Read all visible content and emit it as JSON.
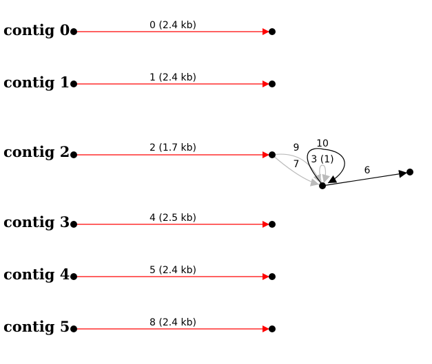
{
  "colors": {
    "contig_edge": "#ff0000",
    "gray_edge": "#bbbbbb",
    "black_edge": "#000000",
    "node": "#000000",
    "background": "#ffffff"
  },
  "contigs": [
    {
      "name": "contig 0",
      "edge_label": "0 (2.4 kb)"
    },
    {
      "name": "contig 1",
      "edge_label": "1 (2.4 kb)"
    },
    {
      "name": "contig 2",
      "edge_label": "2 (1.7 kb)"
    },
    {
      "name": "contig 3",
      "edge_label": "4 (2.5 kb)"
    },
    {
      "name": "contig 4",
      "edge_label": "5 (2.4 kb)"
    },
    {
      "name": "contig 5",
      "edge_label": "8 (2.4 kb)"
    }
  ],
  "extra_edges": {
    "edge_9": "9",
    "edge_7": "7",
    "edge_10": "10",
    "edge_3": "3 (1)",
    "edge_6": "6"
  }
}
